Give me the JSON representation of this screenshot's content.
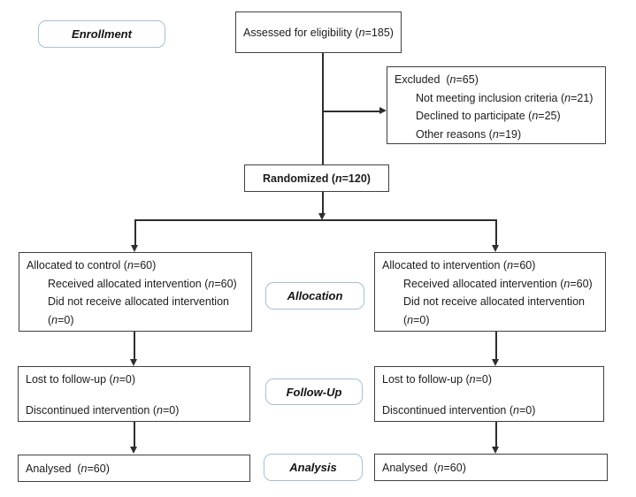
{
  "accent_colors": {
    "label_border": "#a2c1da",
    "box_border": "#404040",
    "line_color": "#2e2e2e"
  },
  "stage_labels": {
    "enrollment": "Enrollment",
    "allocation": "Allocation",
    "followup": "Follow-Up",
    "analysis": "Analysis"
  },
  "boxes": {
    "assessed": {
      "text": "Assessed for eligibility (n=185)"
    },
    "excluded": {
      "title": "Excluded  (n=65)",
      "items": [
        "Not meeting inclusion criteria (n=21)",
        "Declined to participate (n=25)",
        "Other reasons (n=19)"
      ]
    },
    "randomized": {
      "text": "Randomized (n=120)"
    },
    "allocated_control": {
      "title": "Allocated to control (n=60)",
      "items": [
        "Received allocated intervention (n=60)",
        "Did not receive allocated intervention",
        "(n=0)"
      ]
    },
    "allocated_intervention": {
      "title": "Allocated to intervention (n=60)",
      "items": [
        "Received allocated intervention (n=60)",
        "Did not receive allocated intervention",
        "(n=0)"
      ]
    },
    "followup_control": {
      "lines": [
        "Lost to follow-up (n=0)",
        "Discontinued intervention (n=0)"
      ]
    },
    "followup_intervention": {
      "lines": [
        "Lost to follow-up (n=0)",
        "Discontinued intervention (n=0)"
      ]
    },
    "analysed_control": {
      "text": "Analysed  (n=60)"
    },
    "analysed_intervention": {
      "text": "Analysed  (n=60)"
    }
  }
}
